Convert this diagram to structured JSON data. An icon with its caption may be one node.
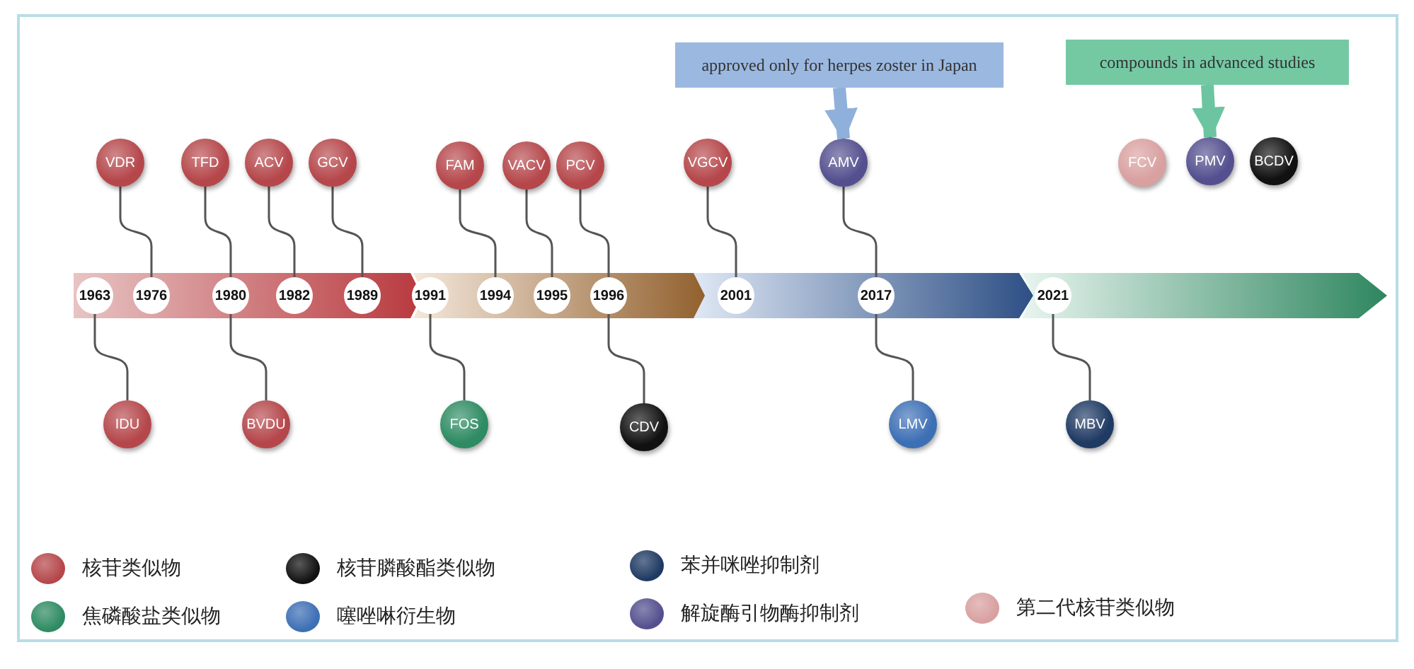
{
  "diagram": {
    "nodes": [
      {
        "text": [
          "approved only for herpes zoster in Japan"
        ]
      },
      {
        "text": [
          "compounds in advanced studies"
        ]
      },
      {
        "text": [
          "VDR"
        ]
      },
      {
        "text": [
          "TFD"
        ]
      },
      {
        "text": [
          "ACV"
        ]
      },
      {
        "text": [
          "GCV"
        ]
      },
      {
        "text": [
          "FAM"
        ]
      },
      {
        "text": [
          "VACV"
        ]
      },
      {
        "text": [
          "PCV"
        ]
      },
      {
        "text": [
          "VGCV"
        ]
      },
      {
        "text": [
          "AMV"
        ]
      },
      {
        "text": [
          "FCV"
        ]
      },
      {
        "text": [
          "PMV"
        ]
      },
      {
        "text": [
          "BCDV"
        ]
      },
      {
        "text": [
          "1963"
        ]
      },
      {
        "text": [
          "1976"
        ]
      },
      {
        "text": [
          "1980"
        ]
      },
      {
        "text": [
          "1982"
        ]
      },
      {
        "text": [
          "1989"
        ]
      },
      {
        "text": [
          "1991"
        ]
      },
      {
        "text": [
          "1994"
        ]
      },
      {
        "text": [
          "1995"
        ]
      },
      {
        "text": [
          "1996"
        ]
      },
      {
        "text": [
          "2001"
        ]
      },
      {
        "text": [
          "2017"
        ]
      },
      {
        "text": [
          "2021"
        ]
      },
      {
        "text": [
          "IDU"
        ]
      },
      {
        "text": [
          "BVDU"
        ]
      },
      {
        "text": [
          "FOS"
        ]
      },
      {
        "text": [
          "CDV"
        ]
      },
      {
        "text": [
          "LMV"
        ]
      },
      {
        "text": [
          "MBV"
        ]
      }
    ],
    "edges": [
      {
        "from": 0,
        "to": 10,
        "arrow": "to",
        "style": "thick",
        "color": "#8fb0da"
      },
      {
        "from": 1,
        "to": 12,
        "arrow": "to",
        "style": "thick",
        "color": "#6cc5a0"
      },
      {
        "from": 2,
        "to": 15,
        "arrow": "none"
      },
      {
        "from": 3,
        "to": 16,
        "arrow": "none"
      },
      {
        "from": 4,
        "to": 17,
        "arrow": "none"
      },
      {
        "from": 5,
        "to": 18,
        "arrow": "none"
      },
      {
        "from": 6,
        "to": 20,
        "arrow": "none"
      },
      {
        "from": 7,
        "to": 21,
        "arrow": "none"
      },
      {
        "from": 8,
        "to": 22,
        "arrow": "none"
      },
      {
        "from": 9,
        "to": 23,
        "arrow": "none"
      },
      {
        "from": 10,
        "to": 24,
        "arrow": "none"
      },
      {
        "from": 14,
        "to": 26,
        "arrow": "none"
      },
      {
        "from": 16,
        "to": 27,
        "arrow": "none"
      },
      {
        "from": 19,
        "to": 28,
        "arrow": "none"
      },
      {
        "from": 22,
        "to": 29,
        "arrow": "none"
      },
      {
        "from": 24,
        "to": 30,
        "arrow": "none"
      },
      {
        "from": 25,
        "to": 31,
        "arrow": "none"
      }
    ],
    "legend": [
      {
        "text": "核苷类似物",
        "color": "#b5474b"
      },
      {
        "text": "核苷膦酸酯类似物",
        "color": "#111111"
      },
      {
        "text": "苯并咪唑抑制剂",
        "color": "#1f3a63"
      },
      {
        "text": "焦磷酸盐类似物",
        "color": "#2e8b63"
      },
      {
        "text": "噻唑啉衍生物",
        "color": "#3d6fb5"
      },
      {
        "text": "解旋酶引物酶抑制剂",
        "color": "#54508f"
      },
      {
        "text": "第二代核苷类似物",
        "color": "#d9a0a0"
      }
    ]
  }
}
